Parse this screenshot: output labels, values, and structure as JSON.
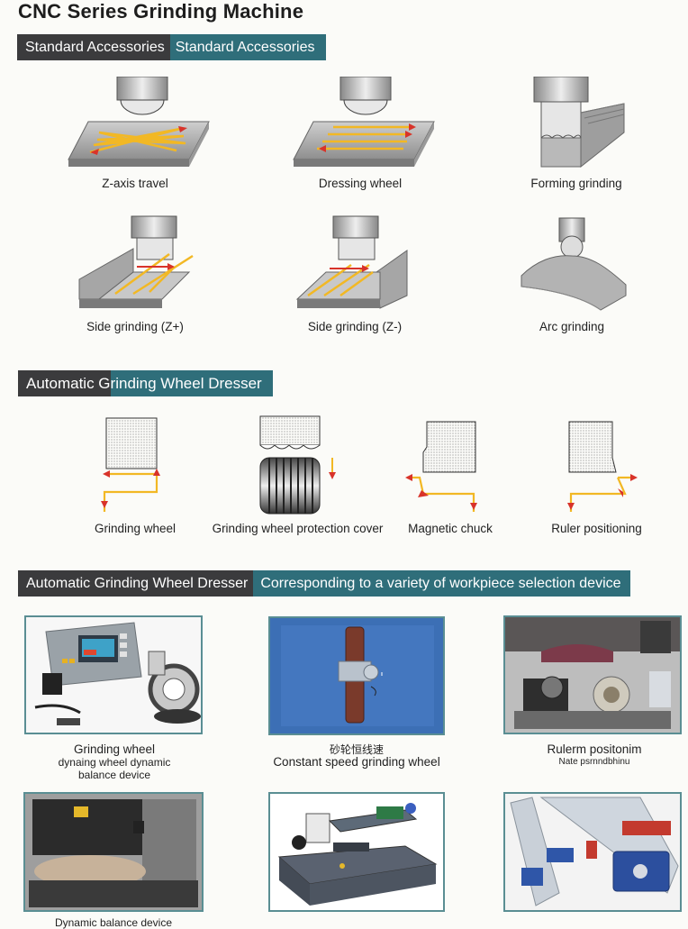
{
  "page": {
    "title": "CNC Series Grinding Machine"
  },
  "section1": {
    "bar_left": "Standard Accessories",
    "bar_right": "Standard Accessories",
    "items": [
      {
        "label": "Z-axis travel"
      },
      {
        "label": "Dressing wheel"
      },
      {
        "label": "Forming grinding"
      },
      {
        "label": "Side grinding (Z+)"
      },
      {
        "label": "Side grinding (Z-)"
      },
      {
        "label": "Arc grinding"
      }
    ]
  },
  "section2": {
    "bar_left": "Automatic G",
    "bar_right": "rinding Wheel Dresser",
    "items": [
      {
        "label": "Grinding wheel"
      },
      {
        "label": "Grinding wheel protection cover"
      },
      {
        "label": "Magnetic chuck"
      },
      {
        "label": "Ruler positioning"
      }
    ]
  },
  "section3": {
    "bar_left": "Automatic Grinding Wheel Dresser",
    "bar_right": "Corresponding to a variety of workpiece selection device",
    "photos": [
      {
        "line1": "Grinding wheel",
        "line2": "dynaing wheel dynamic",
        "line3": "balance device"
      },
      {
        "line1": "砂轮恒线速",
        "line2": "Constant speed grinding wheel"
      },
      {
        "line1": "Rulerm positonim",
        "line2": "Nate psrnndbhinu"
      },
      {
        "line1": "Dynamic balance device"
      },
      {
        "line1": ""
      },
      {
        "line1": ""
      }
    ]
  },
  "colors": {
    "dark_bar": "#3b3b3d",
    "teal_bar": "#2f6e7a",
    "arrow_red": "#d8332a",
    "arrow_yellow": "#f2b824",
    "photo_border": "#5a8e93"
  }
}
